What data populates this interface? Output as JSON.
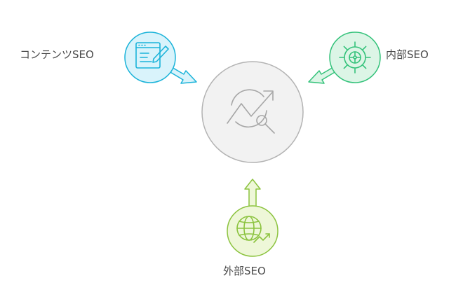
{
  "diagram": {
    "center": {
      "icon": "search-trend-icon"
    },
    "nodes": [
      {
        "id": "content",
        "label": "コンテンツSEO",
        "icon": "edit-document-icon",
        "color": "#1ab3d9",
        "fill": "#d9f3fb"
      },
      {
        "id": "internal",
        "label": "内部SEO",
        "icon": "gear-icon",
        "color": "#33c27a",
        "fill": "#dcf5e6"
      },
      {
        "id": "external",
        "label": "外部SEO",
        "icon": "globe-trend-icon",
        "color": "#8cc33f",
        "fill": "#eef7d8"
      }
    ],
    "center_color": "#b3b3b3",
    "center_fill": "#f2f2f2"
  }
}
